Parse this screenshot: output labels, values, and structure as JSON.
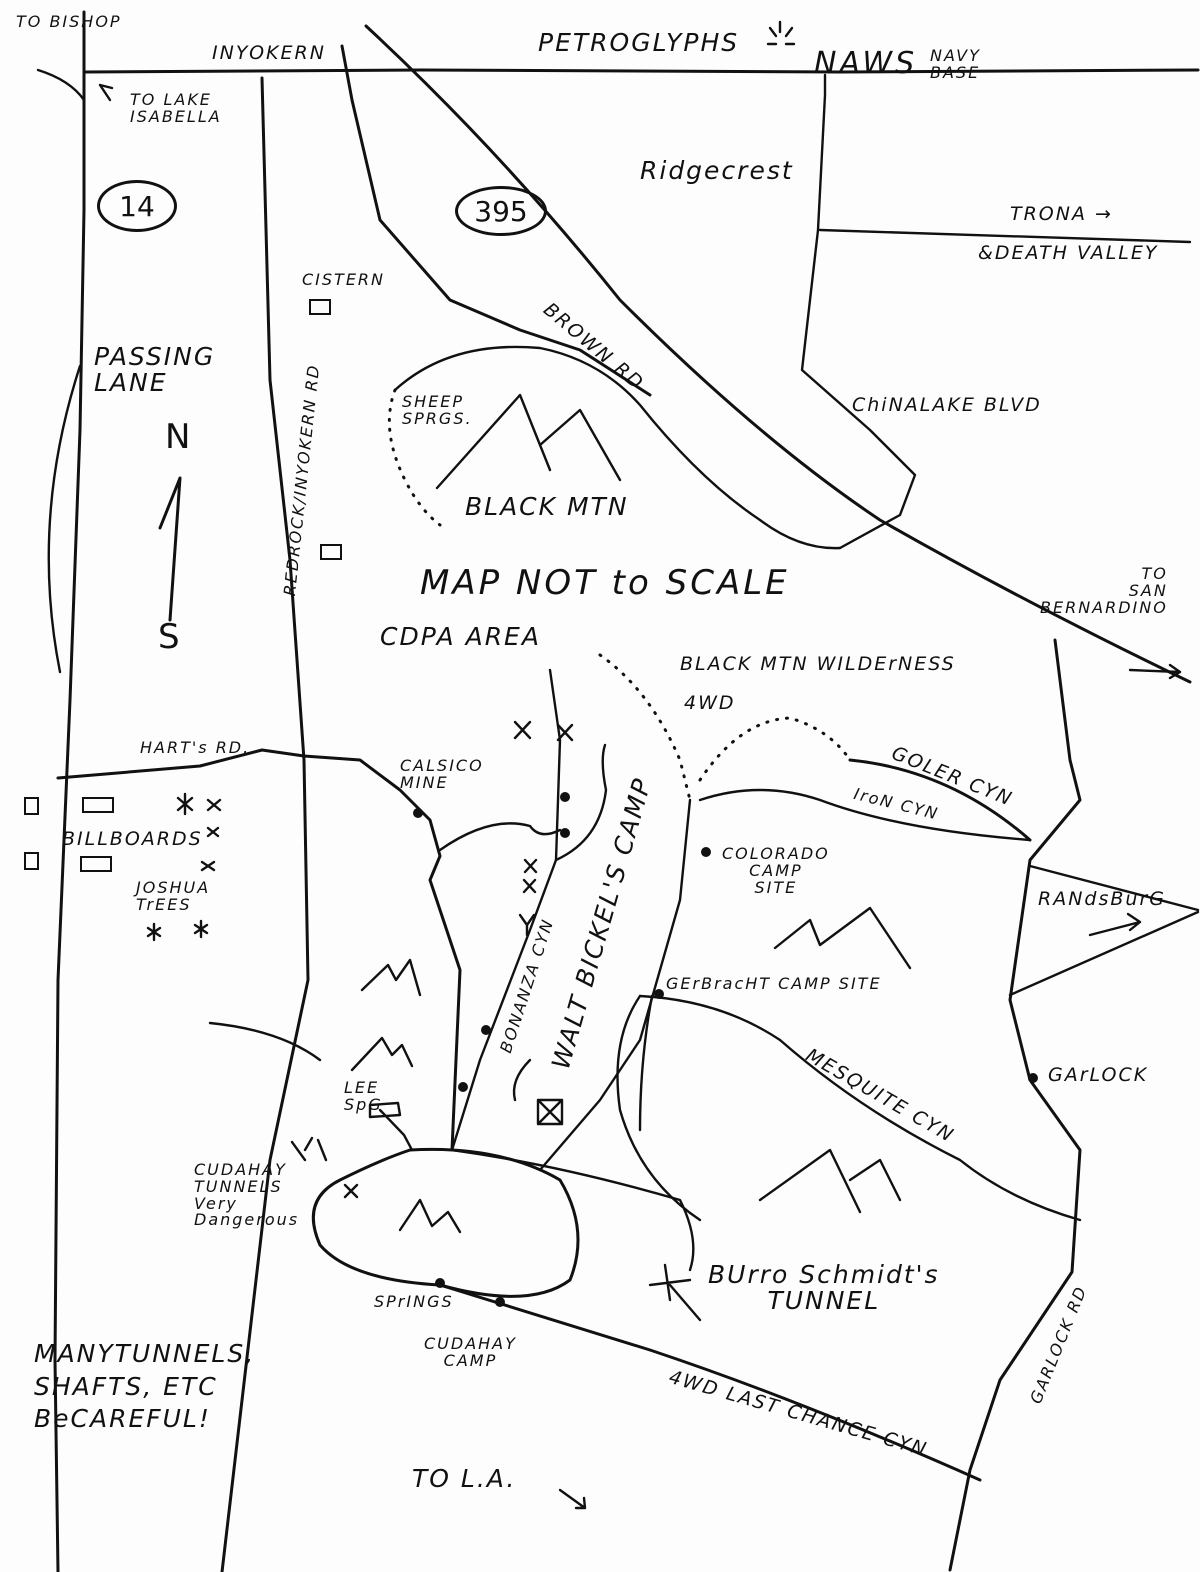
{
  "map": {
    "notice": "MAP NOT to SCALE",
    "area": "CDPA AREA",
    "warning": "MANYTUNNELS,\nSHAFTS, ETC\nBeCAREFUL!",
    "highways": {
      "hwy14": "14",
      "hwy395": "395"
    },
    "north_arrow": {
      "n": "N",
      "s": "S"
    },
    "towns": {
      "inyokern": "INYOKERN",
      "ridgecrest": "Ridgecrest",
      "randsburg": "RANdsBurG",
      "garlock": "GArLOCK"
    },
    "directions": {
      "to_bishop": "TO BISHOP",
      "to_lake_isabella": "TO LAKE\nISABELLA",
      "trona": "TRONA →",
      "death_valley": "&DEATH VALLEY",
      "to_san_bernardino": "TO\nSAN\nBERNARDINO",
      "to_la": "TO L.A."
    },
    "landmarks": {
      "petroglyphs": "PETROGLYPHS",
      "naws_navy_base": "NAWS",
      "navy_base_small": "NAVY\nBASE",
      "cistern": "CISTERN",
      "sheep_springs": "SHEEP\nSPRGS.",
      "black_mtn": "BLACK MTN",
      "black_mtn_wilderness": "BLACK MTN WILDErNESS",
      "fourwd": "4WD",
      "calsico_mine": "CALSICO\nMINE",
      "billboards": "BILLBOARDS",
      "joshua_trees": "JOSHUA\nTrEES",
      "colorado_camp_site": "COLORADO\nCAMP\nSITE",
      "gerbracht_camp_site": "GErBracHT CAMP SITE",
      "walt_bickels_camp": "WALT BICKEL'S CAMP",
      "lee_springs": "LEE\nSpG",
      "cudahay_tunnels": "CUDAHAY\nTUNNELS\nVery\nDangerous",
      "springs": "SPrINGS",
      "cudahay_camp": "CUDAHAY\nCAMP",
      "burro_schmidts_tunnel": "BUrro Schmidt's\nTUNNEL",
      "passing_lane": "PASSING\nLANE"
    },
    "roads": {
      "brown_rd": "BROWN RD",
      "chinalake_blvd": "ChiNALAKE BLVD",
      "redrock_inyokern_rd": "REDROCK/INYOKERN RD",
      "harts_rd": "HART's RD.",
      "goler_cyn": "GOLER CYN",
      "iron_cyn": "IroN CYN",
      "bonanza_cyn": "BONANZA CYN",
      "mesquite_cyn": "MESQUITE CYN",
      "garlock_rd": "GARLOCK RD",
      "last_chance_cyn": "4WD LAST CHANCE CYN"
    }
  }
}
